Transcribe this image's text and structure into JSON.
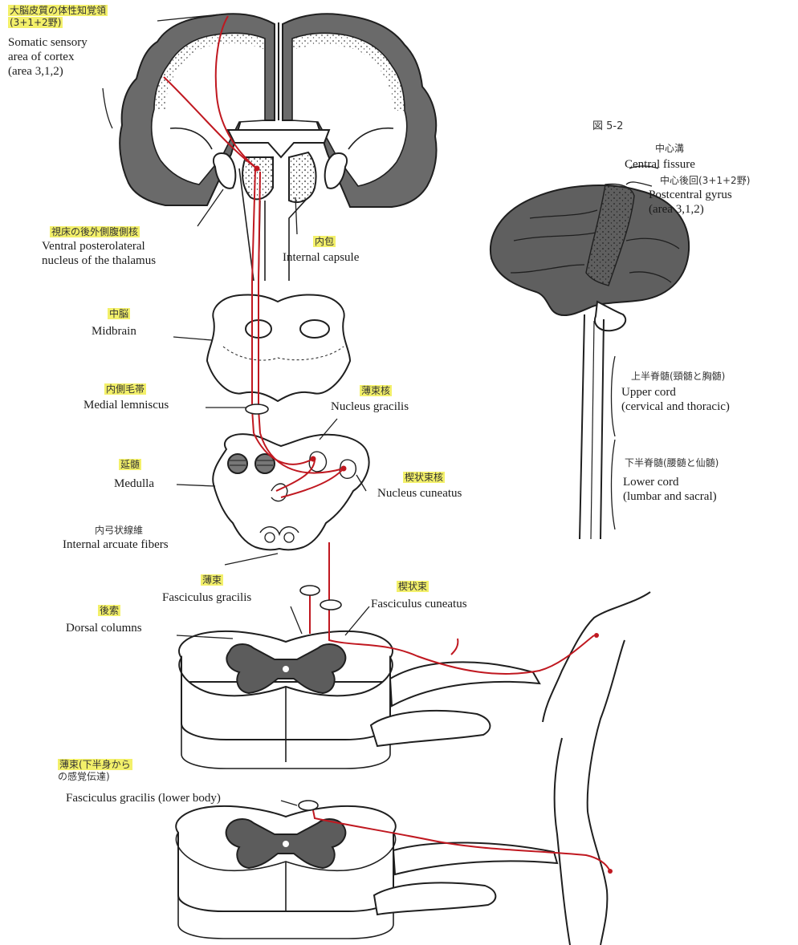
{
  "figure_number": "図 5-2",
  "labels": {
    "cortex_jp_1": "大脳皮質の体性知覚領",
    "cortex_jp_2": "(3+1+2野)",
    "cortex_en_1": "Somatic sensory",
    "cortex_en_2": "area of cortex",
    "cortex_en_3": "(area 3,1,2)",
    "vpl_jp": "視床の後外側腹側核",
    "vpl_en_1": "Ventral posterolateral",
    "vpl_en_2": "nucleus of the thalamus",
    "capsule_jp": "内包",
    "capsule_en": "Internal capsule",
    "midbrain_jp": "中脳",
    "midbrain_en": "Midbrain",
    "lemniscus_jp": "内側毛帯",
    "lemniscus_en": "Medial lemniscus",
    "ngracilis_jp": "薄束核",
    "ngracilis_en": "Nucleus gracilis",
    "medulla_jp": "延髄",
    "medulla_en": "Medulla",
    "ncuneatus_jp": "楔状束核",
    "ncuneatus_en": "Nucleus cuneatus",
    "arcuate_jp": "内弓状線維",
    "arcuate_en": "Internal arcuate fibers",
    "fgracilis_jp": "薄束",
    "fgracilis_en": "Fasciculus gracilis",
    "fcuneatus_jp": "楔状束",
    "fcuneatus_en": "Fasciculus cuneatus",
    "dorsal_jp": "後索",
    "dorsal_en": "Dorsal columns",
    "lower_jp_1": "薄束(下半身から",
    "lower_jp_2": "の感覚伝達)",
    "lower_en": "Fasciculus gracilis (lower body)",
    "fissure_jp": "中心溝",
    "fissure_en": "Central fissure",
    "gyrus_jp": "中心後回(3+1+2野)",
    "gyrus_en_1": "Postcentral gyrus",
    "gyrus_en_2": "(area 3,1,2)",
    "upper_jp": "上半脊髄(頸髄と胸髄)",
    "upper_en_1": "Upper cord",
    "upper_en_2": "(cervical and thoracic)",
    "lowercord_jp": "下半脊髄(腰髄と仙髄)",
    "lowercord_en_1": "Lower cord",
    "lowercord_en_2": "(lumbar and sacral)"
  },
  "colors": {
    "pathway": "#c01820",
    "cortex_gray": "#6a6a6a",
    "grey_matter": "#5b5b5b",
    "highlight": "#f3f06a",
    "outline": "#1f1f1f"
  }
}
